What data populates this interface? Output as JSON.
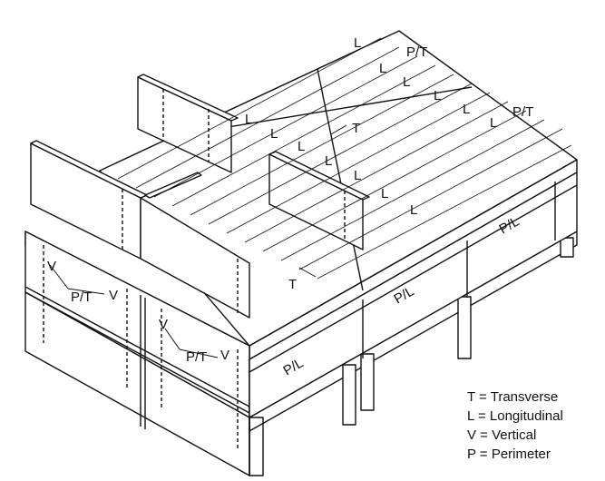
{
  "labels": {
    "longitudinal": "L",
    "transverse": "T",
    "vertical": "V",
    "perimeter_transverse": "P/T",
    "perimeter_longitudinal": "P/L"
  },
  "legend": [
    "T = Transverse",
    "L = Longitudinal",
    "V = Vertical",
    "P = Perimeter"
  ],
  "colors": {
    "line": "#111111",
    "background": "#ffffff"
  }
}
